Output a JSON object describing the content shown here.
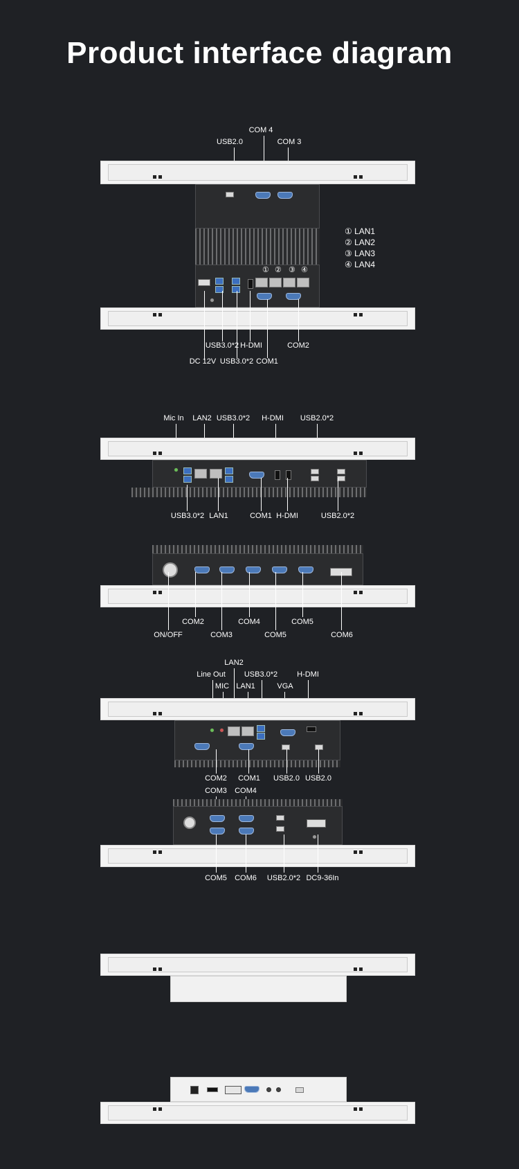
{
  "title": "Product interface diagram",
  "legend": [
    "① LAN1",
    "② LAN2",
    "③ LAN3",
    "④ LAN4"
  ],
  "markers": [
    "①",
    "②",
    "③",
    "④"
  ],
  "d1": {
    "top": [
      "COM 4",
      "USB2.0",
      "COM 3"
    ],
    "bottom1": [
      "USB3.0*2",
      "H-DMI",
      "COM2"
    ],
    "bottom2": [
      "DC 12V",
      "USB3.0*2",
      "COM1"
    ]
  },
  "d2": {
    "top": [
      "Mic In",
      "LAN2",
      "USB3.0*2",
      "H-DMI",
      "USB2.0*2"
    ],
    "bottom": [
      "USB3.0*2",
      "LAN1",
      "COM1",
      "H-DMI",
      "USB2.0*2"
    ]
  },
  "d3": {
    "bottom1": [
      "COM2",
      "COM4",
      "COM5"
    ],
    "bottom2": [
      "ON/OFF",
      "COM3",
      "COM5",
      "COM6"
    ]
  },
  "d4": {
    "top": [
      "LAN2",
      "Line Out",
      "USB3.0*2",
      "H-DMI",
      "MIC",
      "LAN1",
      "VGA"
    ],
    "bottom": [
      "COM2",
      "COM1",
      "USB2.0",
      "USB2.0"
    ]
  },
  "d5": {
    "top": [
      "COM3",
      "COM4"
    ],
    "bottom": [
      "COM5",
      "COM6",
      "USB2.0*2",
      "DC9-36In"
    ]
  }
}
